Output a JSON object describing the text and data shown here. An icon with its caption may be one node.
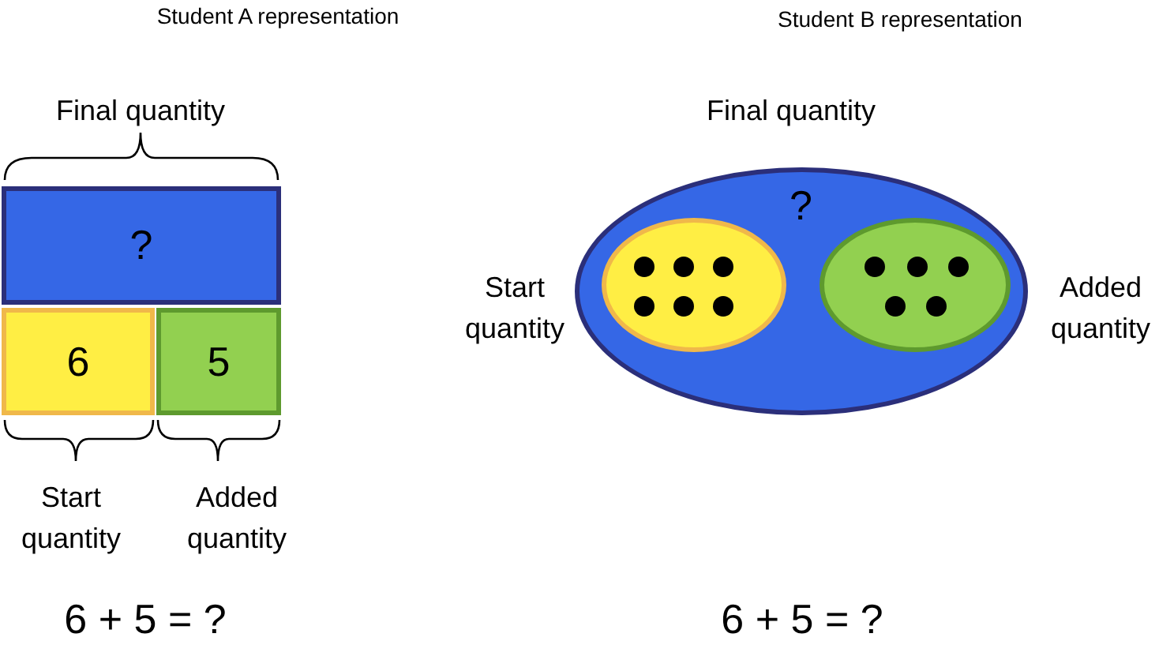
{
  "diagram": {
    "nodes": [
      {
        "text": [
          "?"
        ]
      },
      {
        "text": [
          "6"
        ]
      },
      {
        "text": [
          "5"
        ]
      },
      {
        "text": [
          "?"
        ]
      },
      {
        "text": [],
        "shape": "ellipse",
        "in": 3
      },
      {
        "text": [],
        "shape": "ellipse",
        "in": 3
      }
    ],
    "edges": [],
    "labels": [
      "Student A representation",
      "Student B representation",
      "Final quantity",
      "Final quantity",
      "Start quantity",
      "Added quantity",
      "Start quantity",
      "Added quantity",
      "6 + 5 = ?",
      "6 + 5 = ?"
    ]
  }
}
